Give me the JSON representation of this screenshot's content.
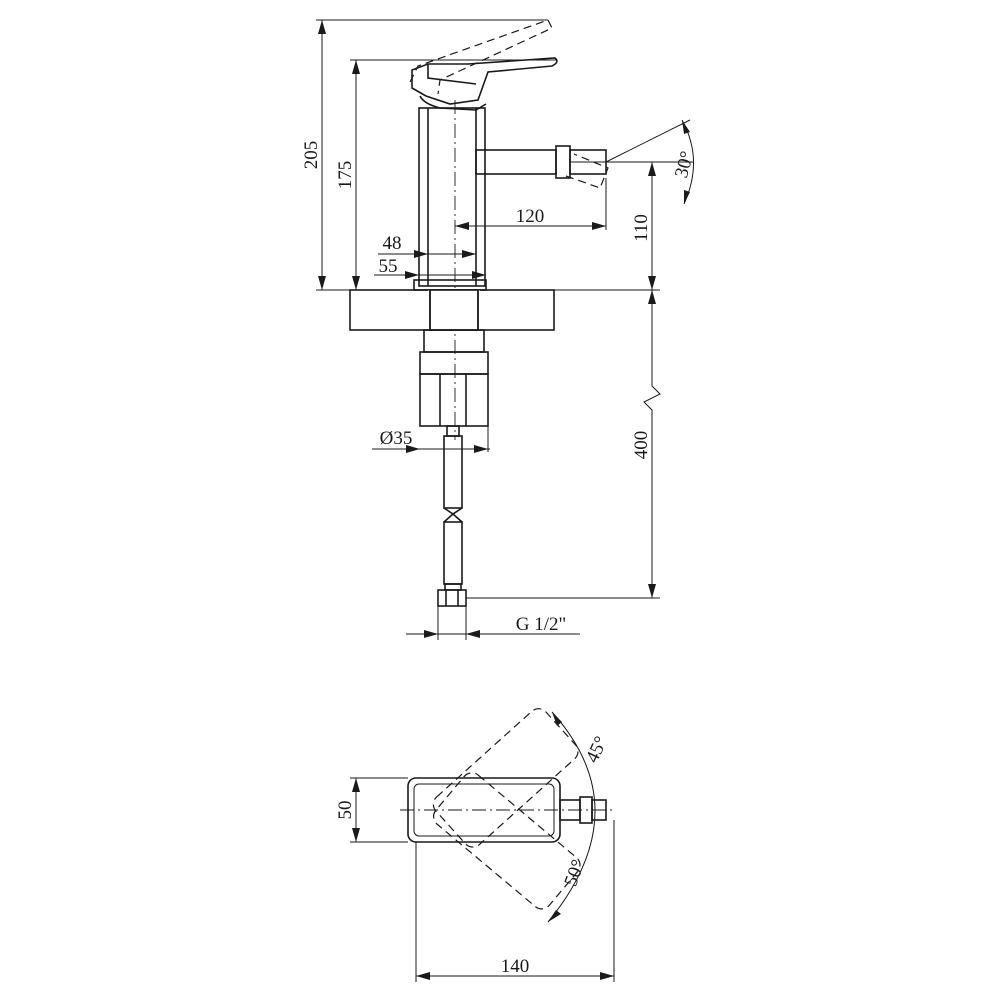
{
  "dimensions": {
    "total_height": "205",
    "body_height": "175",
    "spout_reach": "120",
    "spout_height": "110",
    "spout_angle": "30°",
    "body_width": "48",
    "flange_width": "55",
    "connector_dia": "Ø35",
    "hose_length": "400",
    "thread": "G 1/2\"",
    "top_depth": "50",
    "top_length": "140",
    "rotate_left": "45°",
    "rotate_right": "50°"
  }
}
